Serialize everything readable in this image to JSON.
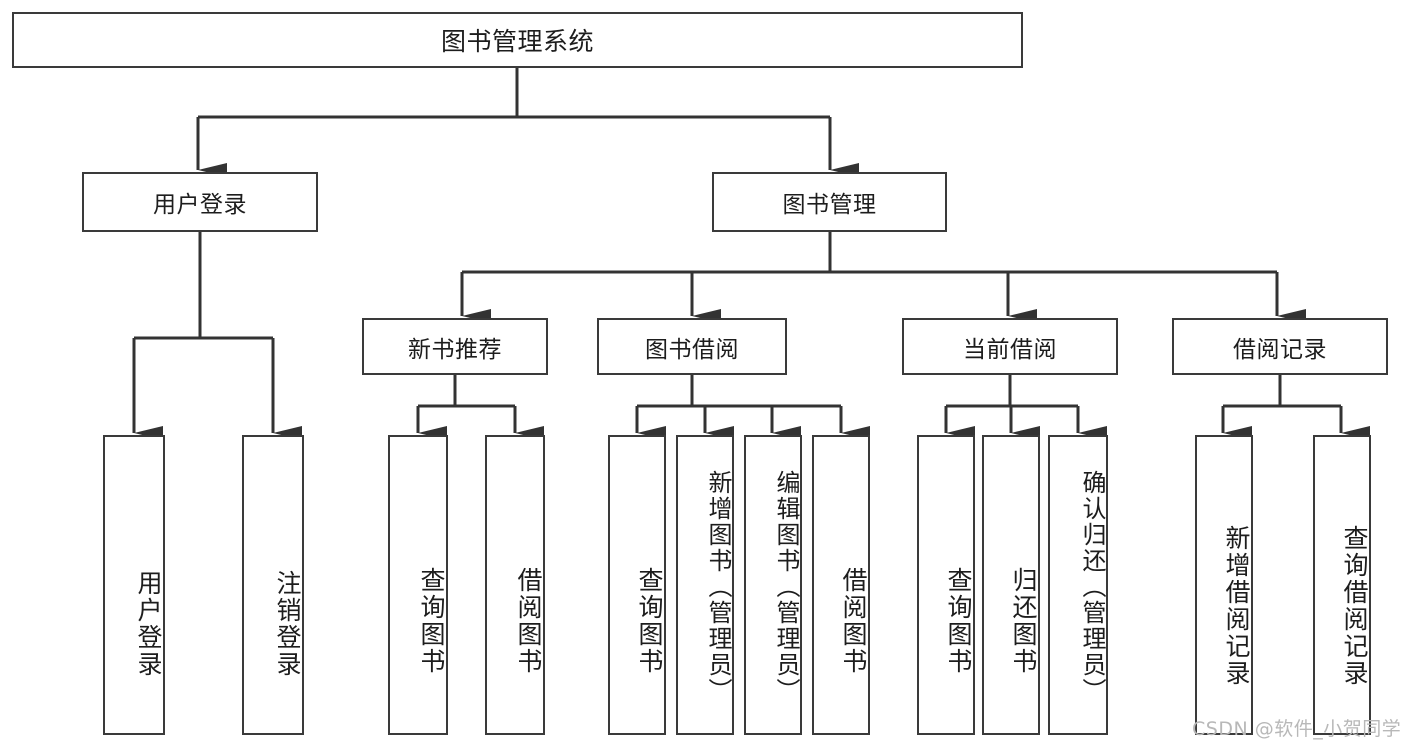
{
  "diagram": {
    "type": "tree",
    "title": "图书管理系统",
    "watermark": "CSDN @软件_小贺同学",
    "colors": {
      "box_border": "#3a3a3a",
      "box_fill": "#ffffff",
      "connector": "#333333",
      "text": "#1d1d1d",
      "watermark": "#b8b8b8"
    },
    "nodes": {
      "root": {
        "label": "图书管理系统"
      },
      "level1": [
        {
          "id": "user-login",
          "label": "用户登录"
        },
        {
          "id": "book-manage",
          "label": "图书管理"
        }
      ],
      "level2": [
        {
          "id": "new-book-rec",
          "label": "新书推荐",
          "parent": "book-manage"
        },
        {
          "id": "book-borrow",
          "label": "图书借阅",
          "parent": "book-manage"
        },
        {
          "id": "current-borrow",
          "label": "当前借阅",
          "parent": "book-manage"
        },
        {
          "id": "borrow-record",
          "label": "借阅记录",
          "parent": "book-manage"
        }
      ],
      "leaves": [
        {
          "id": "leaf-user-login",
          "label": "用户登录",
          "parent": "user-login"
        },
        {
          "id": "leaf-logout",
          "label": "注销登录",
          "parent": "user-login"
        },
        {
          "id": "leaf-query-book-1",
          "label": "查询图书",
          "parent": "new-book-rec"
        },
        {
          "id": "leaf-borrow-book-1",
          "label": "借阅图书",
          "parent": "new-book-rec"
        },
        {
          "id": "leaf-query-book-2",
          "label": "查询图书",
          "parent": "book-borrow"
        },
        {
          "id": "leaf-add-book",
          "label": "新增图书（管理员）",
          "parent": "book-borrow"
        },
        {
          "id": "leaf-edit-book",
          "label": "编辑图书（管理员）",
          "parent": "book-borrow"
        },
        {
          "id": "leaf-borrow-book-2",
          "label": "借阅图书",
          "parent": "book-borrow"
        },
        {
          "id": "leaf-query-book-3",
          "label": "查询图书",
          "parent": "current-borrow"
        },
        {
          "id": "leaf-return-book",
          "label": "归还图书",
          "parent": "current-borrow"
        },
        {
          "id": "leaf-confirm-return",
          "label": "确认归还（管理员）",
          "parent": "current-borrow"
        },
        {
          "id": "leaf-add-record",
          "label": "新增借阅记录",
          "parent": "borrow-record"
        },
        {
          "id": "leaf-query-record",
          "label": "查询借阅记录",
          "parent": "borrow-record"
        }
      ]
    }
  }
}
